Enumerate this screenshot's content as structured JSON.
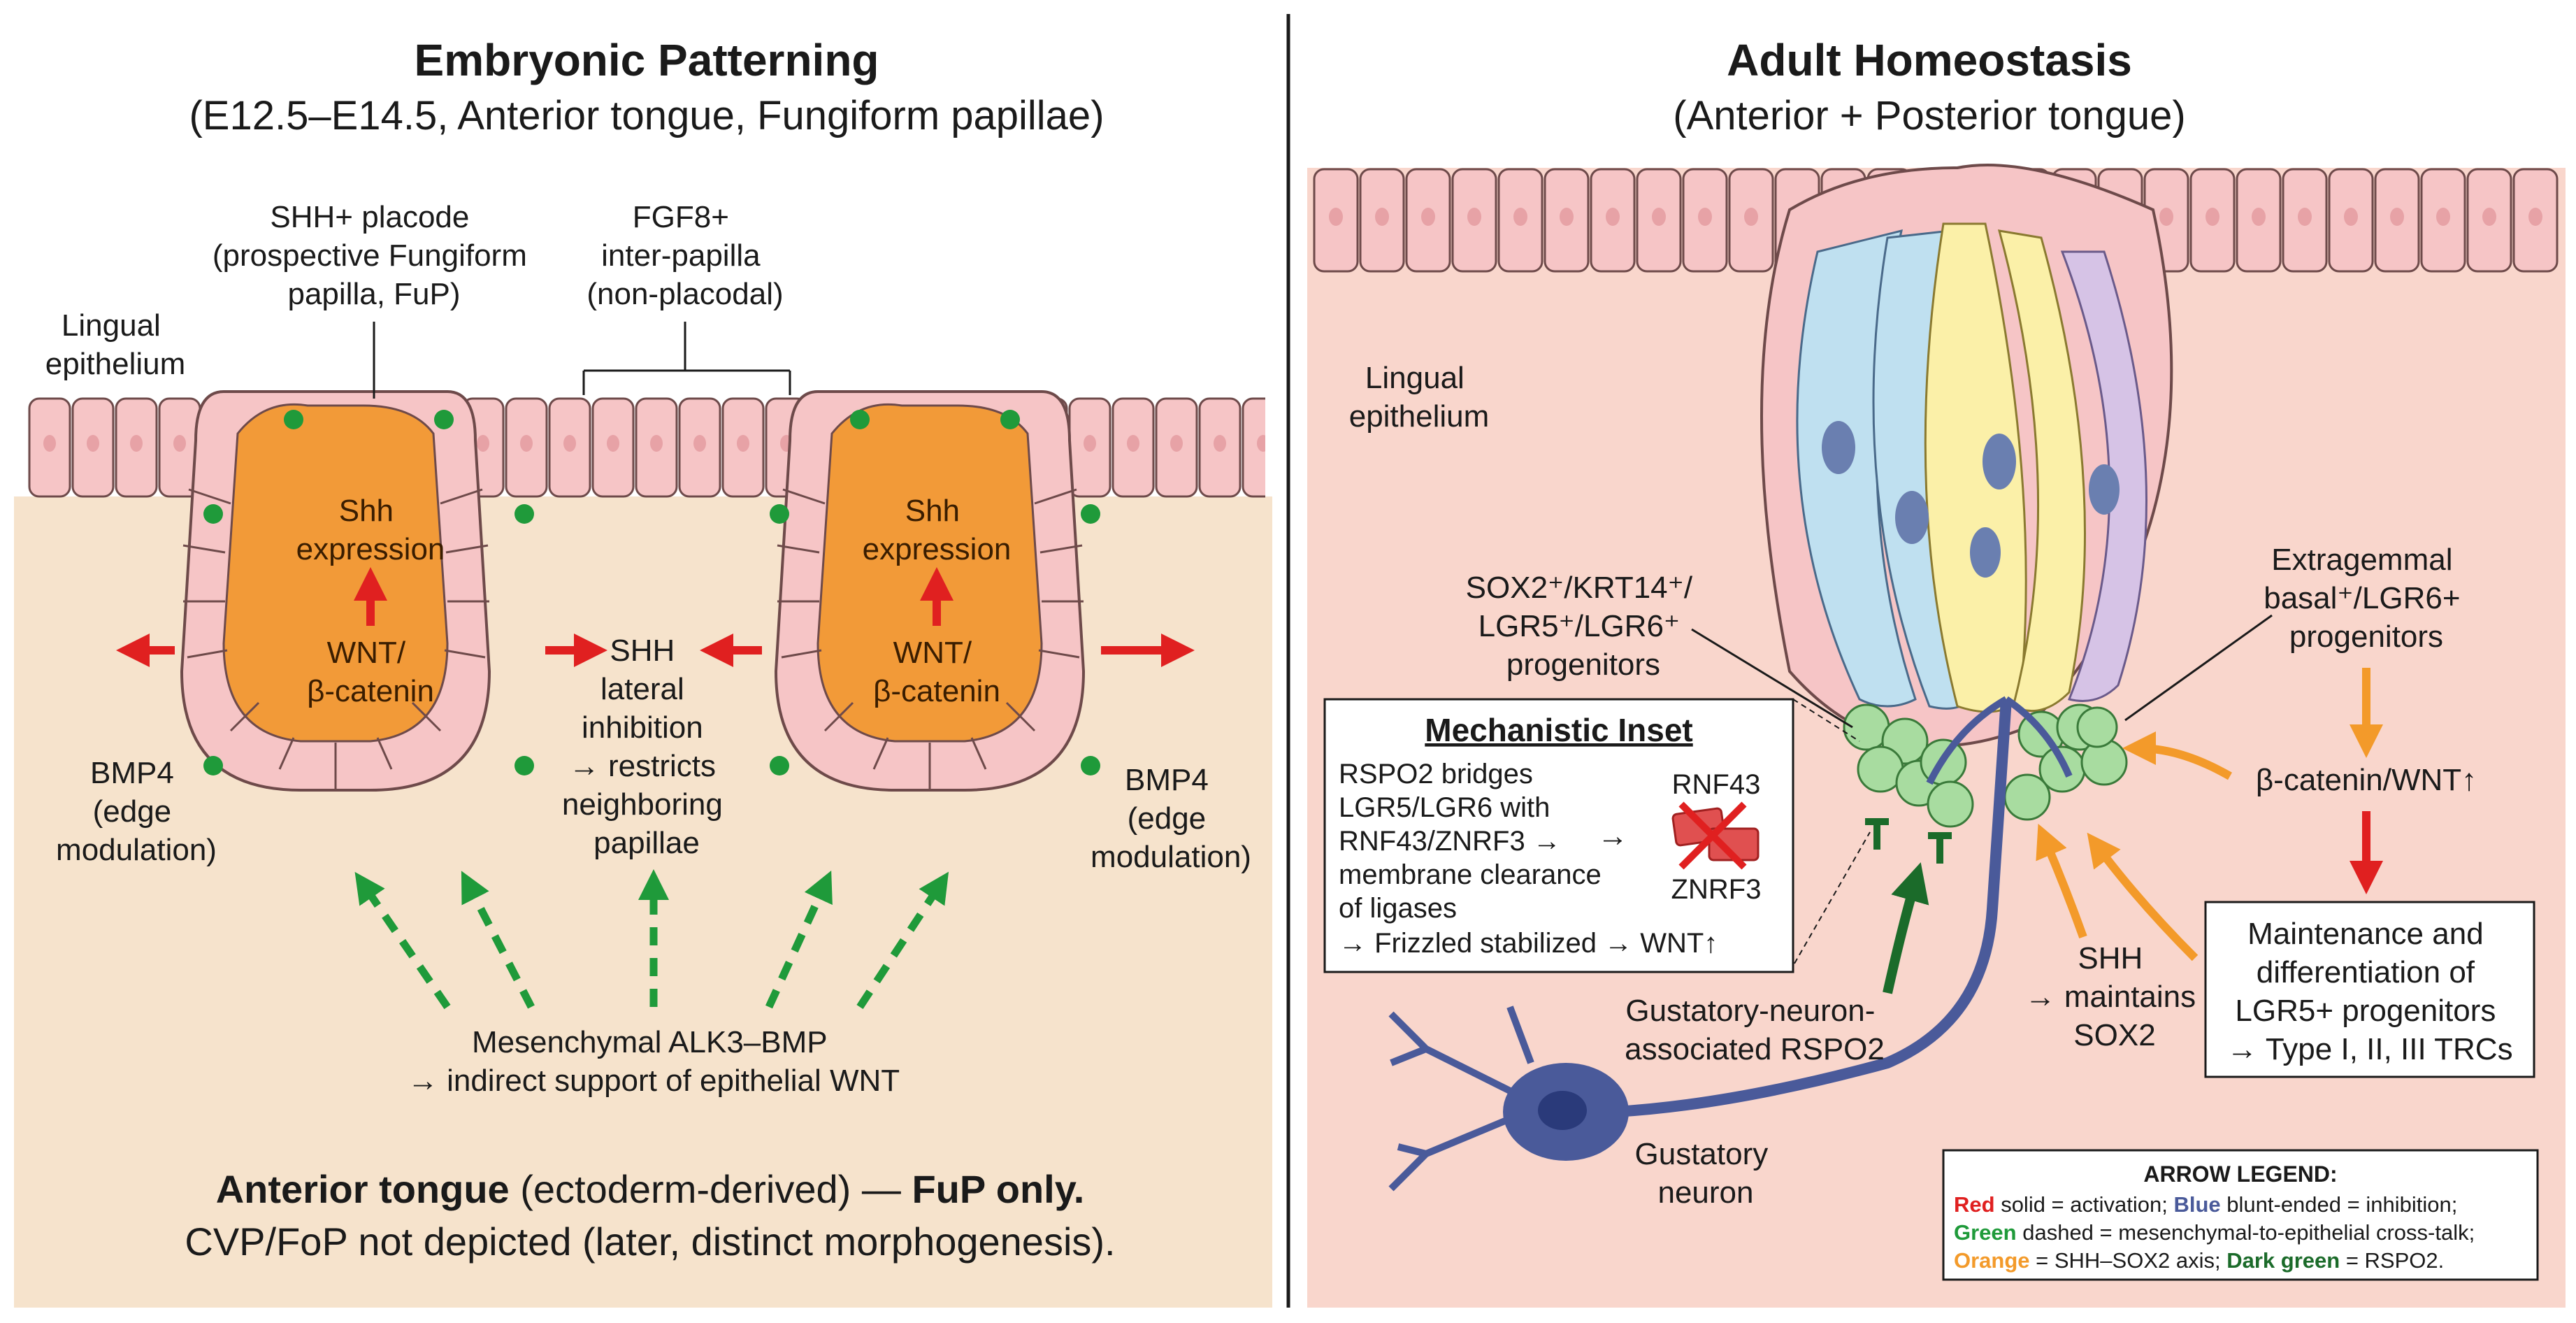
{
  "left_panel": {
    "title": "Embryonic Patterning",
    "subtitle": "(E12.5–E14.5, Anterior tongue, Fungiform papillae)",
    "shh_placode": [
      "SHH+ placode",
      "(prospective Fungiform",
      "papilla, FuP)"
    ],
    "fgf8": [
      "FGF8+",
      "inter-papilla",
      "(non-placodal)"
    ],
    "lingual_epithelium": [
      "Lingual",
      "epithelium"
    ],
    "shh_expression": [
      "Shh",
      "expression"
    ],
    "wnt": [
      "WNT/",
      "β-catenin"
    ],
    "shh_lateral": [
      "SHH",
      "lateral",
      "inhibition",
      "→ restricts",
      "neighboring",
      "papillae"
    ],
    "bmp4": [
      "BMP4",
      "(edge",
      "modulation)"
    ],
    "mesenchymal": [
      "Mesenchymal ALK3–BMP",
      "→ indirect support of epithelial WNT"
    ],
    "footer_bold_1": "Anterior tongue",
    "footer_reg_1": " (ectoderm-derived) — ",
    "footer_bold_2": "FuP only.",
    "footer_line2": "CVP/FoP not depicted (later, distinct morphogenesis)."
  },
  "right_panel": {
    "title": "Adult Homeostasis",
    "subtitle": "(Anterior + Posterior tongue)",
    "lingual_epithelium": [
      "Lingual",
      "epithelium"
    ],
    "sox2": [
      "SOX2⁺/KRT14⁺/",
      "LGR5⁺/LGR6⁺",
      "progenitors"
    ],
    "extragemmal": [
      "Extragemmal",
      "basal⁺/LGR6+",
      "progenitors"
    ],
    "beta_catenin": "β-catenin/WNT↑",
    "inset": {
      "title": "Mechanistic Inset",
      "lines": [
        "RSPO2 bridges",
        "LGR5/LGR6 with",
        "RNF43/ZNRF3 →",
        "membrane clearance",
        "of ligases",
        "→ Frizzled stabilized → WNT↑"
      ],
      "arrow": "→",
      "rnf43": "RNF43",
      "znrf3": "ZNRF3"
    },
    "maintenance": [
      "Maintenance and",
      "differentiation of",
      "LGR5+ progenitors",
      "→ Type I, II, III TRCs"
    ],
    "shh_maintains": [
      "SHH",
      "→ maintains",
      "SOX2"
    ],
    "rspo2": [
      "Gustatory-neuron-",
      "associated RSPO2"
    ],
    "gustatory_neuron": [
      "Gustatory",
      "neuron"
    ],
    "legend": {
      "title": "ARROW LEGEND:",
      "l1_red": "Red",
      "l1_a": " solid = activation; ",
      "l1_blue": "Blue",
      "l1_b": " blunt-ended = inhibition;",
      "l2_green": "Green",
      "l2_a": " dashed = mesenchymal-to-epithelial cross-talk;",
      "l3_orange": "Orange",
      "l3_a": " = SHH–SOX2 axis; ",
      "l3_dgreen": "Dark green",
      "l3_b": " = RSPO2."
    }
  },
  "colors": {
    "red": "#e02020",
    "blue": "#4a5a9a",
    "green": "#1f9a3a",
    "orange": "#f39a2a",
    "dark_green": "#1b6b2a",
    "placode": "#f29a38",
    "cell_pink": "#f6c5c6",
    "left_bg": "#f6e3cc",
    "right_bg": "#f9d6cc"
  }
}
